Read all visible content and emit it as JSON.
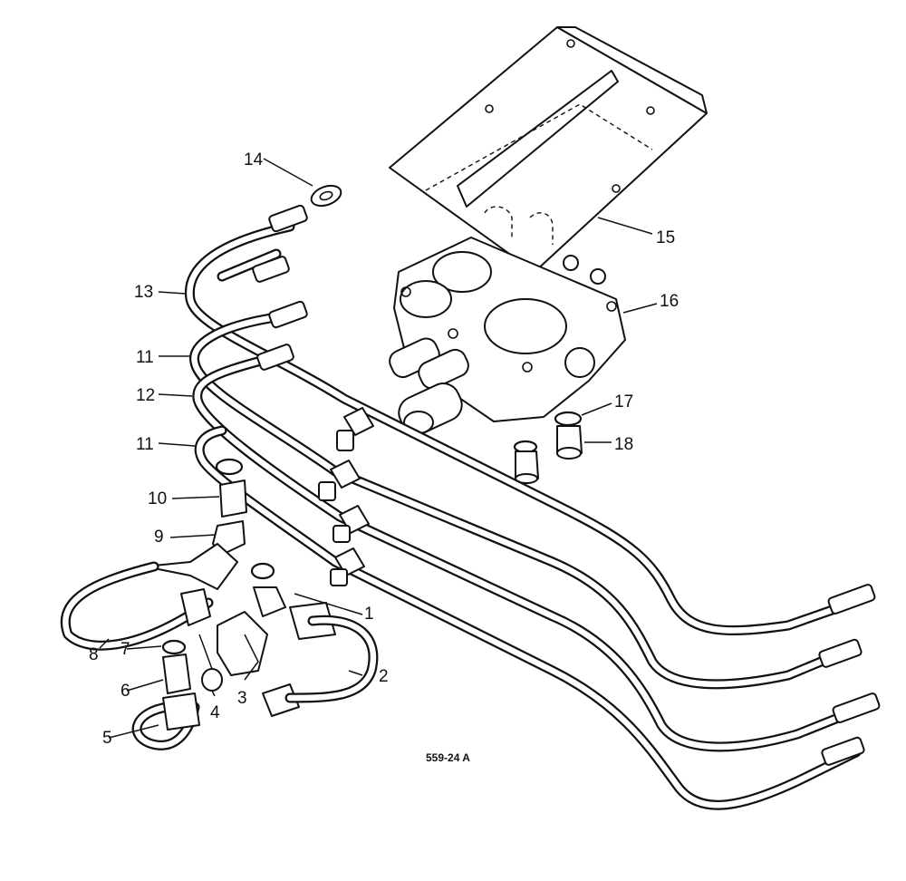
{
  "diagram": {
    "reference_code": "559-24 A",
    "callouts": [
      {
        "id": "1",
        "label": "1"
      },
      {
        "id": "2",
        "label": "2"
      },
      {
        "id": "3",
        "label": "3"
      },
      {
        "id": "4",
        "label": "4"
      },
      {
        "id": "5",
        "label": "5"
      },
      {
        "id": "6",
        "label": "6"
      },
      {
        "id": "7",
        "label": "7"
      },
      {
        "id": "8",
        "label": "8"
      },
      {
        "id": "9",
        "label": "9"
      },
      {
        "id": "10",
        "label": "10"
      },
      {
        "id": "11a",
        "label": "11"
      },
      {
        "id": "12",
        "label": "12"
      },
      {
        "id": "11b",
        "label": "11"
      },
      {
        "id": "13",
        "label": "13"
      },
      {
        "id": "14",
        "label": "14"
      },
      {
        "id": "15",
        "label": "15"
      },
      {
        "id": "16",
        "label": "16"
      },
      {
        "id": "17",
        "label": "17"
      },
      {
        "id": "18",
        "label": "18"
      }
    ]
  }
}
